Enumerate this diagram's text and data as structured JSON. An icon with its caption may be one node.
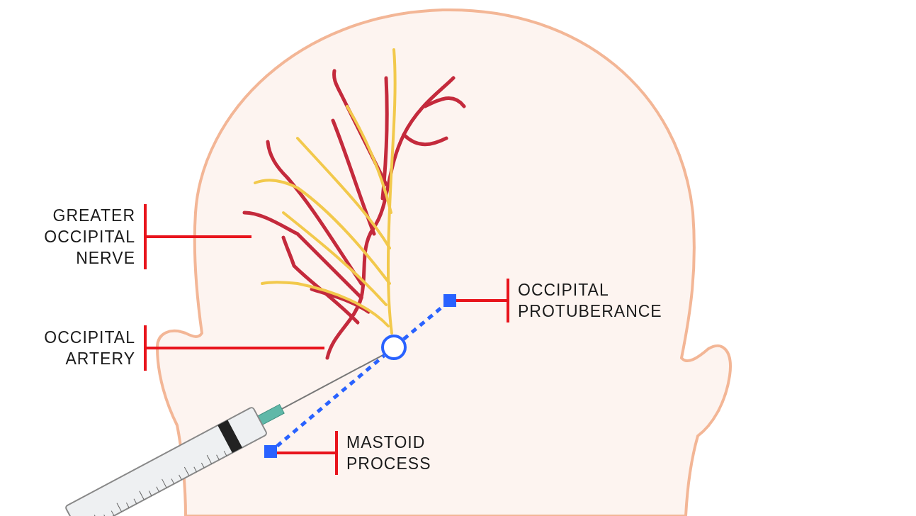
{
  "diagram": {
    "nodes": [
      {
        "text": [
          "GREATER OCCIPITAL NERVE"
        ]
      },
      {
        "text": [],
        "shape": "picture"
      },
      {
        "text": [
          "OCCIPITAL ARTERY"
        ]
      },
      {
        "text": [],
        "shape": "picture"
      },
      {
        "text": [
          "OCCIPITAL PROTUBERANCE"
        ]
      },
      {
        "text": [],
        "shape": "box"
      },
      {
        "text": [
          "MASTOID PROCESS"
        ]
      },
      {
        "text": [],
        "shape": "box"
      },
      {
        "text": [],
        "shape": "circle"
      }
    ],
    "edges": [
      {
        "from": 0,
        "to": 1,
        "arrow": "none"
      },
      {
        "from": 2,
        "to": 3,
        "arrow": "none"
      },
      {
        "from": 4,
        "to": 5,
        "arrow": "none"
      },
      {
        "from": 6,
        "to": 7,
        "arrow": "none"
      },
      {
        "from": 7,
        "to": 8,
        "arrow": "none",
        "style": "dashed",
        "color": "#2962ff"
      },
      {
        "from": 8,
        "to": 5,
        "arrow": "none",
        "style": "dashed",
        "color": "#2962ff"
      }
    ]
  }
}
